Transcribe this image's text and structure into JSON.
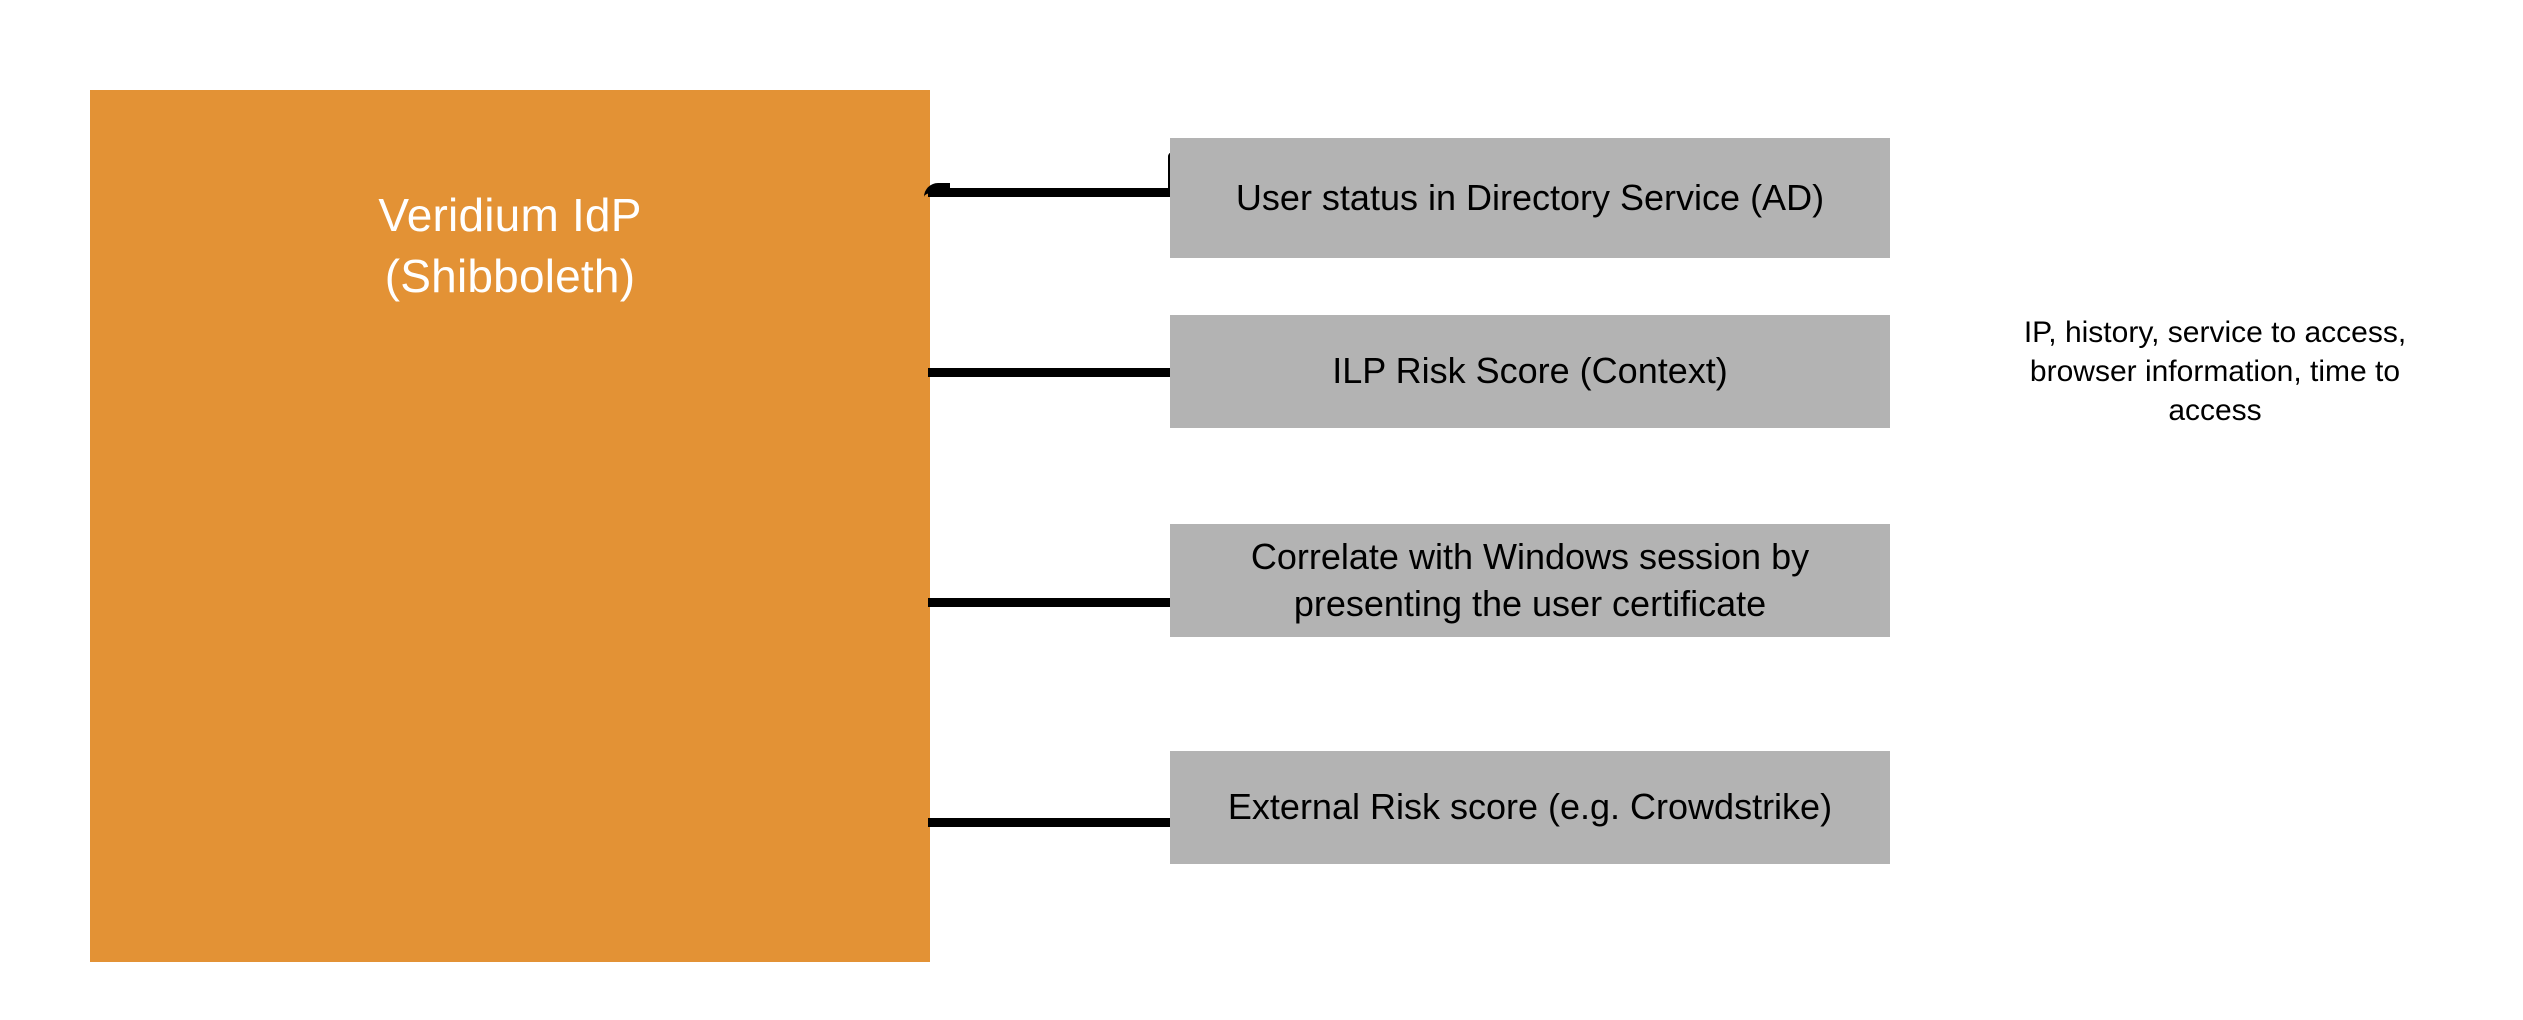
{
  "diagram": {
    "background_color": "#ffffff",
    "idp_node": {
      "label": "Veridium IdP\n(Shibboleth)",
      "fill_color": "#e39235",
      "text_color": "#ffffff"
    },
    "attribute_boxes": [
      {
        "label": "User status in Directory Service (AD)",
        "fill_color": "#b3b3b3",
        "text_color": "#000000"
      },
      {
        "label": "ILP Risk Score (Context)",
        "fill_color": "#b3b3b3",
        "text_color": "#000000"
      },
      {
        "label": "Correlate with Windows session by\npresenting the user certificate",
        "fill_color": "#b3b3b3",
        "text_color": "#000000"
      },
      {
        "label": "External Risk score (e.g. Crowdstrike)",
        "fill_color": "#b3b3b3",
        "text_color": "#000000"
      }
    ],
    "connectors": {
      "count": 4,
      "color": "#000000"
    },
    "annotation": {
      "text": "IP, history, service to access,\nbrowser information, time to\naccess",
      "text_color": "#000000"
    }
  }
}
